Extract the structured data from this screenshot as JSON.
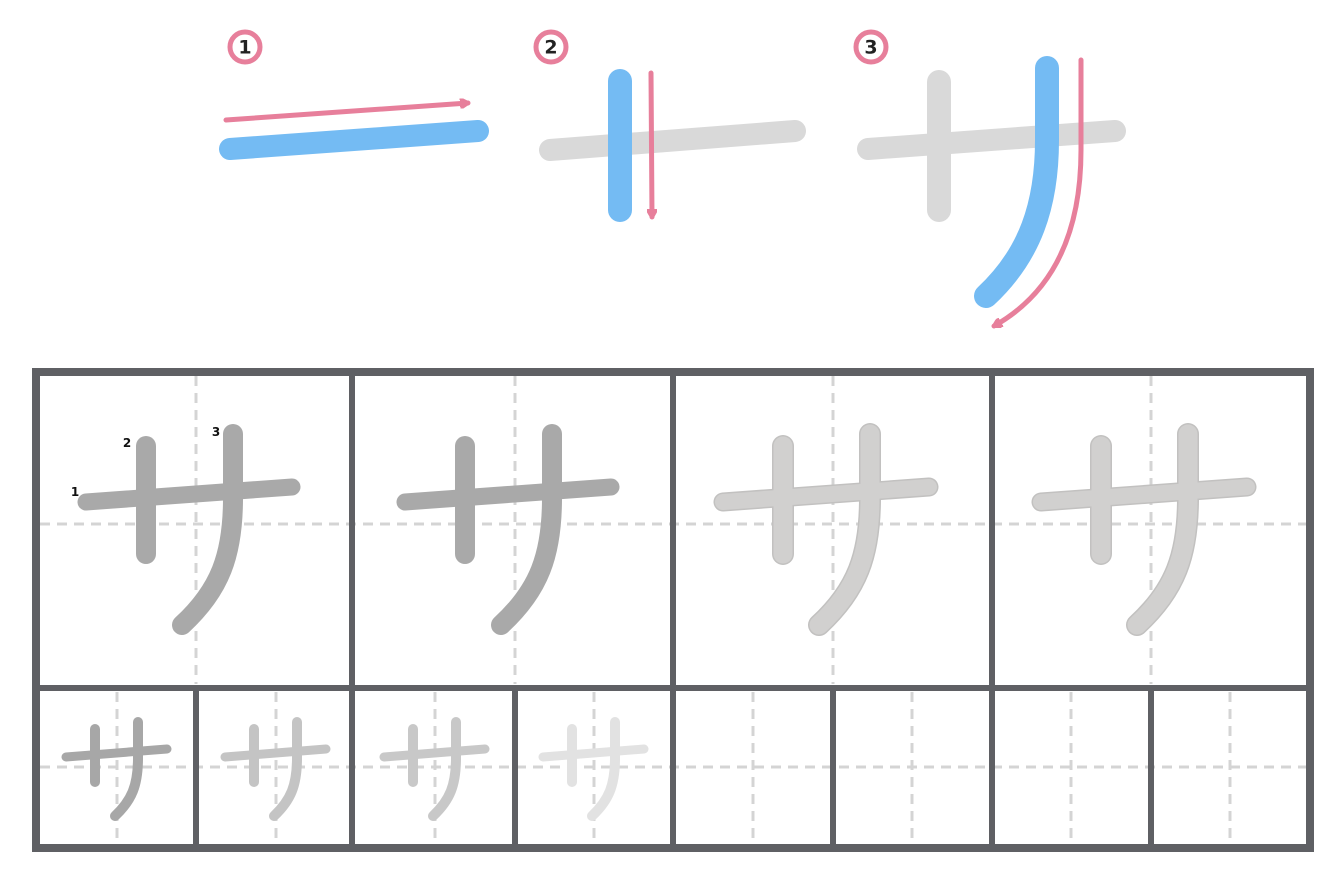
{
  "stroke_order": {
    "steps": [
      {
        "number": "1"
      },
      {
        "number": "2"
      },
      {
        "number": "3"
      }
    ]
  },
  "practice_grid": {
    "large_cells": [
      {
        "stroke_labels": [
          "1",
          "2",
          "3"
        ]
      },
      {
        "stroke_labels": []
      },
      {
        "stroke_labels": []
      },
      {
        "stroke_labels": []
      }
    ],
    "small_cell_count": 8,
    "small_traced_count": 4
  },
  "colors": {
    "active_stroke": "#74bbf3",
    "direction_arrow": "#e77f9b",
    "inactive_stroke": "#d9d9d9",
    "badge_ring": "#e77f9b",
    "grid_border": "#5f6064",
    "guide_line": "#d4d4d4",
    "trace_large_dark": "#a9a9a9",
    "trace_large_light": "#d1d0cf",
    "trace_small": [
      "#a7a7a7",
      "#c4c4c4",
      "#c8c8c8",
      "#e2e2e2"
    ]
  },
  "icons": [
    "step-number-badge",
    "direction-arrow",
    "katakana-sa-glyph"
  ]
}
